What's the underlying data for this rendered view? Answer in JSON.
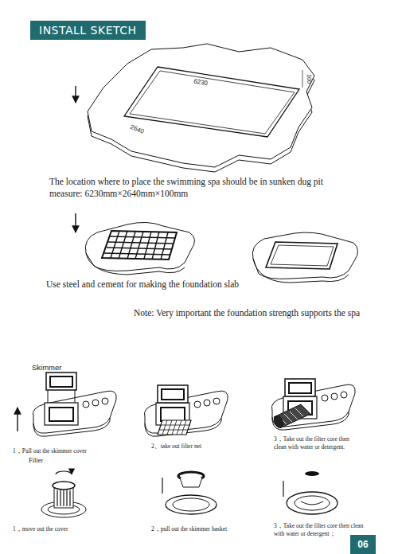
{
  "diagram": {
    "title": "INSTALL SKETCH",
    "nodes": [
      {
        "text": [
          "06"
        ]
      }
    ],
    "labels": [
      "6230",
      "100",
      "2640",
      "The location where to place the swimming spa should be in sunken dug pit measure: 6230mm×2640mm×100mm",
      "Use steel and cement for making the foundation slab",
      "Note: Very important the foundation strength supports the spa",
      "Skimmer",
      "1，Pull out the skimmer cover",
      "2、take out filter net",
      "3，Take out the filter core then clean with water or detergent.",
      "Filter",
      "1，move out the cover",
      "2，pull out the skimmer basket",
      "3，Take out the filter core then clean with water or detergent；"
    ]
  }
}
